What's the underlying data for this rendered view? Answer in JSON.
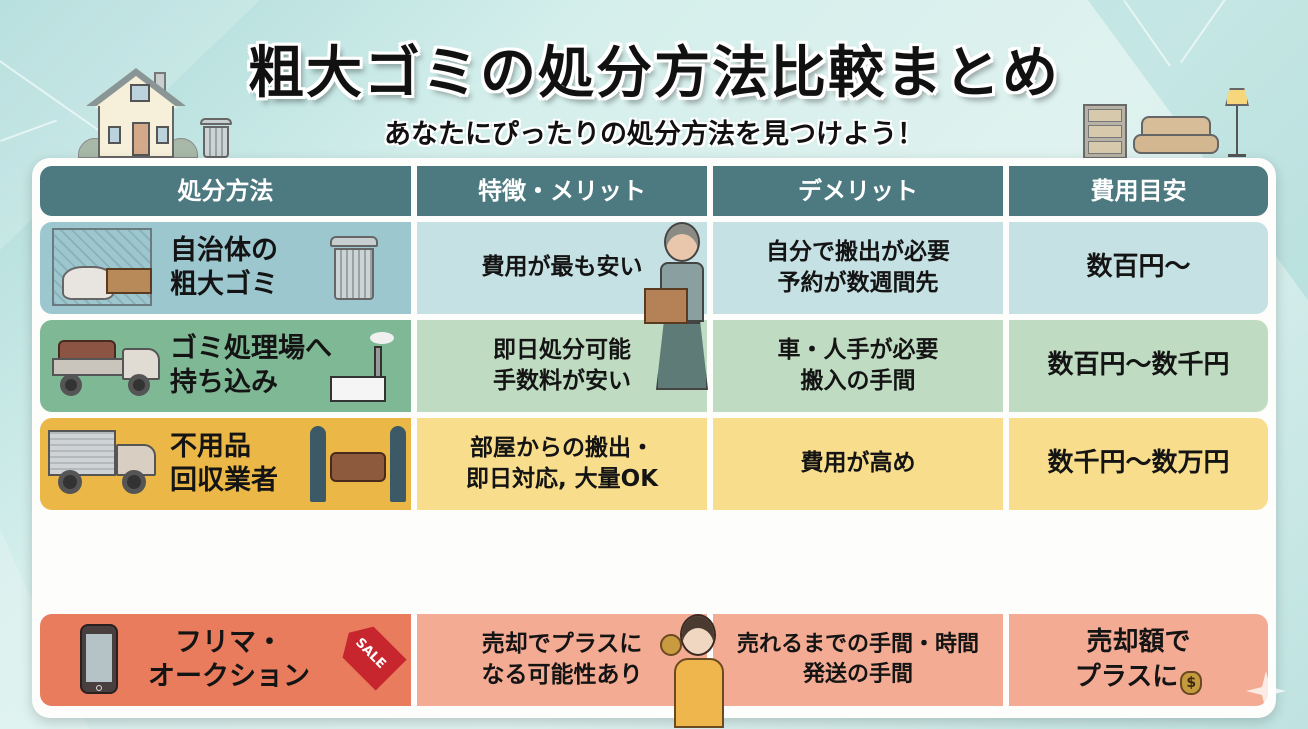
{
  "header": {
    "title": "粗大ゴミの処分方法比較まとめ",
    "subtitle": "あなたにぴったりの処分方法を見つけよう！"
  },
  "table": {
    "columns": [
      "処分方法",
      "特徴・メリット",
      "デメリット",
      "費用目安"
    ],
    "rows": [
      {
        "method": [
          "自治体の",
          "粗大ゴミ"
        ],
        "merit": [
          "費用が最も安い"
        ],
        "demerit": [
          "自分で搬出が必要",
          "予約が数週間先"
        ],
        "cost": [
          "数百円〜"
        ],
        "color_method": "#9cc7cf",
        "color_cells": "#c6e1e3",
        "icons": [
          "collection-cage-icon",
          "trash-can-icon"
        ]
      },
      {
        "method": [
          "ゴミ処理場へ",
          "持ち込み"
        ],
        "merit": [
          "即日処分可能",
          "手数料が安い"
        ],
        "demerit": [
          "車・人手が必要",
          "搬入の手間"
        ],
        "cost": [
          "数百円〜数千円"
        ],
        "color_method": "#7fb895",
        "color_cells": "#bfdcc2",
        "icons": [
          "pickup-truck-icon",
          "factory-icon"
        ]
      },
      {
        "method": [
          "不用品",
          "回収業者"
        ],
        "merit": [
          "部屋からの搬出・",
          "即日対応, 大量OK"
        ],
        "demerit": [
          "費用が高め"
        ],
        "cost": [
          "数千円〜数万円"
        ],
        "color_method": "#ebb847",
        "color_cells": "#f7dd8c",
        "icons": [
          "box-truck-icon",
          "movers-carrying-sofa-icon"
        ]
      },
      {
        "method": [
          "フリマ・",
          "オークション"
        ],
        "merit": [
          "売却でプラスに",
          "なる可能性あり"
        ],
        "demerit": [
          "売れるまでの手間・時間",
          "発送の手間"
        ],
        "cost": [
          "売却額で",
          "プラスに"
        ],
        "color_method": "#e87c5d",
        "color_cells": "#f3ab93",
        "icons": [
          "smartphone-icon",
          "sale-tag-icon",
          "money-bag-icon"
        ],
        "tag_label": "SALE",
        "money_symbol": "$"
      }
    ]
  },
  "colors": {
    "header_bg": "#4d7a80",
    "background": "#cfe9e7",
    "card": "#fdfdfb"
  }
}
